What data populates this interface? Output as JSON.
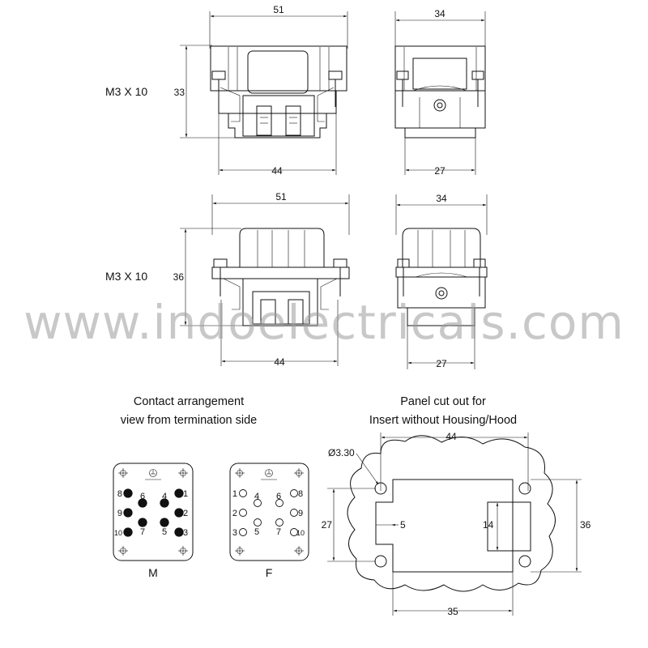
{
  "dimensions": {
    "top_front": {
      "width": "51",
      "height": "33",
      "base_width": "44",
      "screw": "M3 X 10"
    },
    "top_side": {
      "width": "34",
      "base_width": "27"
    },
    "bottom_front": {
      "width": "51",
      "height": "36",
      "base_width": "44",
      "screw": "M3 X 10"
    },
    "bottom_side": {
      "width": "34",
      "base_width": "27"
    }
  },
  "watermark": "www.indoelectricals.com",
  "contact_arrangement": {
    "caption_line1": "Contact arrangement",
    "caption_line2": "view from termination side",
    "male_label": "M",
    "female_label": "F",
    "male_pins": [
      "8",
      "6",
      "4",
      "1",
      "9",
      "2",
      "10",
      "7",
      "5",
      "3"
    ],
    "female_pins": [
      "1",
      "4",
      "6",
      "8",
      "2",
      "9",
      "3",
      "5",
      "7",
      "10"
    ]
  },
  "panel_cutout": {
    "caption_line1": "Panel cut out for",
    "caption_line2": "Insert without Housing/Hood",
    "hole_diameter": "Ø3.30",
    "width_top": "44",
    "width_bottom": "35",
    "height_left": "27",
    "height_right": "36",
    "offset": "5",
    "inner_height": "14"
  }
}
